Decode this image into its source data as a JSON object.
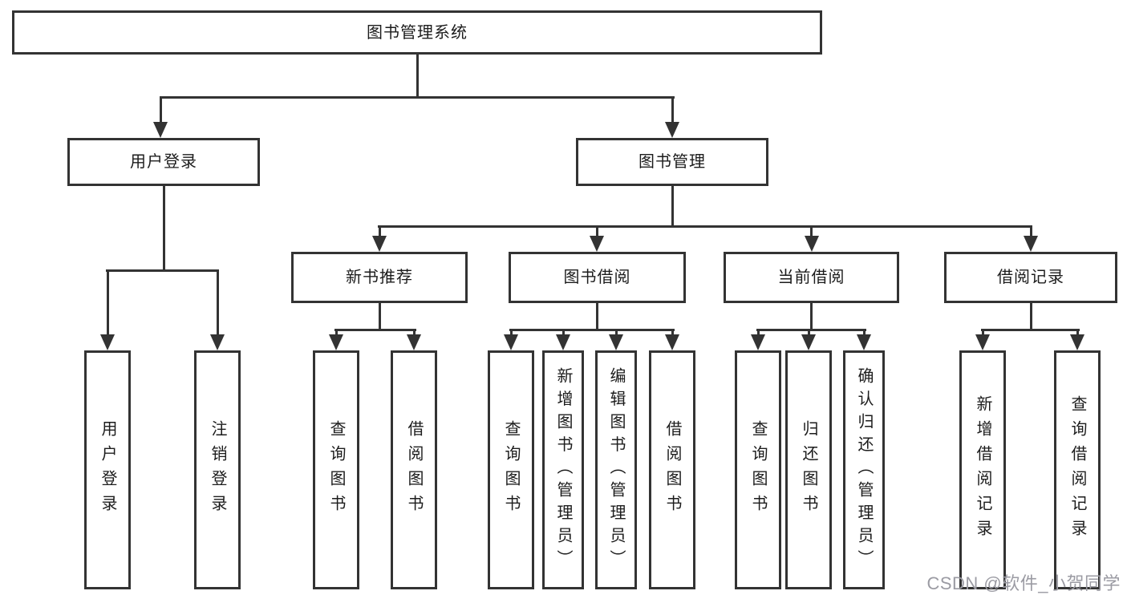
{
  "diagram": {
    "root": "图书管理系统",
    "level2": {
      "login": "用户登录",
      "manage": "图书管理"
    },
    "level3": {
      "newbook": "新书推荐",
      "borrow": "图书借阅",
      "current": "当前借阅",
      "record": "借阅记录"
    },
    "leaves": {
      "login": [
        "用户登录",
        "注销登录"
      ],
      "newbook": [
        "查询图书",
        "借阅图书"
      ],
      "borrow": [
        "查询图书",
        "新增图书（管理员）",
        "编辑图书（管理员）",
        "借阅图书"
      ],
      "current": [
        "查询图书",
        "归还图书",
        "确认归还（管理员）"
      ],
      "record": [
        "新增借阅记录",
        "查询借阅记录"
      ]
    },
    "watermark": "CSDN @软件_小贺同学",
    "colors": {
      "line": "#333333",
      "text": "#1c1c1c",
      "watermark": "#9b9ba3",
      "background": "#ffffff"
    }
  }
}
